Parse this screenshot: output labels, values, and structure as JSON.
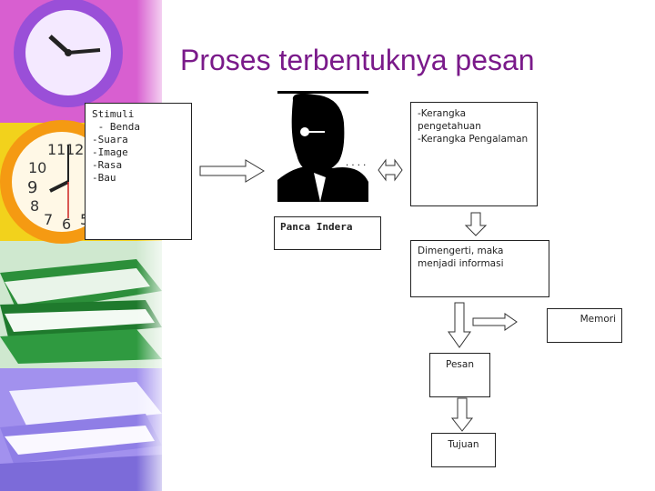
{
  "slide": {
    "title": "Proses terbentuknya pesan"
  },
  "boxes": {
    "stimuli": {
      "lines": [
        "Stimuli",
        " - Benda",
        "-Suara",
        "-Image",
        "-Rasa",
        "-Bau"
      ]
    },
    "kerangka": {
      "lines": [
        "-Kerangka",
        "pengetahuan",
        "-Kerangka Pengalaman"
      ]
    },
    "panca_indera": {
      "label": "Panca Indera"
    },
    "dimengerti": {
      "lines": [
        "Dimengerti, maka",
        "menjadi informasi"
      ]
    },
    "memori": {
      "label": "Memori"
    },
    "pesan": {
      "label": "Pesan"
    },
    "tujuan": {
      "label": "Tujuan"
    }
  },
  "colors": {
    "title": "#7a1a8a",
    "clock_face": "#f5e8ff",
    "clock_orange": "#f7a21b",
    "stripe_pink": "#f26bd0",
    "stripe_yellow": "#f3e21e",
    "stripe_green": "#2ea33c",
    "stripe_purple": "#a08bf2"
  },
  "icons": {
    "person": "person-silhouette-icon",
    "clocks": "clock-icon",
    "books": "books-icon"
  }
}
